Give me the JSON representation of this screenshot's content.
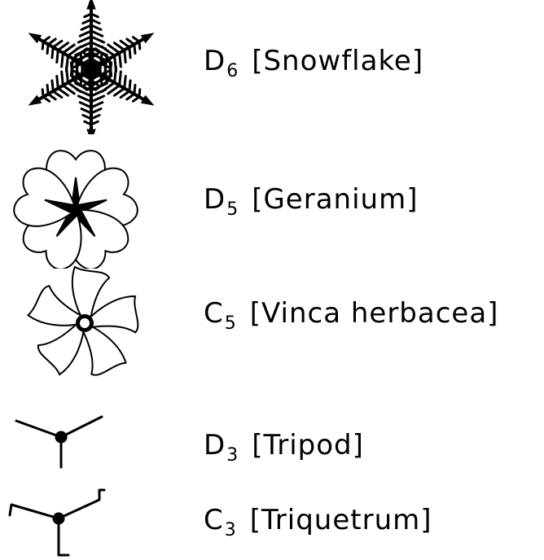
{
  "items": [
    {
      "group": "D",
      "order": "6",
      "name": "[Snowflake]",
      "figure": "snowflake-icon"
    },
    {
      "group": "D",
      "order": "5",
      "name": "[Geranium]",
      "figure": "geranium-flower-icon"
    },
    {
      "group": "C",
      "order": "5",
      "name": "[Vinca herbacea]",
      "figure": "vinca-flower-icon"
    },
    {
      "group": "D",
      "order": "3",
      "name": "[Tripod]",
      "figure": "tripod-icon"
    },
    {
      "group": "C",
      "order": "3",
      "name": "[Triquetrum]",
      "figure": "triquetrum-icon"
    }
  ],
  "colors": {
    "ink": "#000000",
    "background": "#ffffff"
  }
}
